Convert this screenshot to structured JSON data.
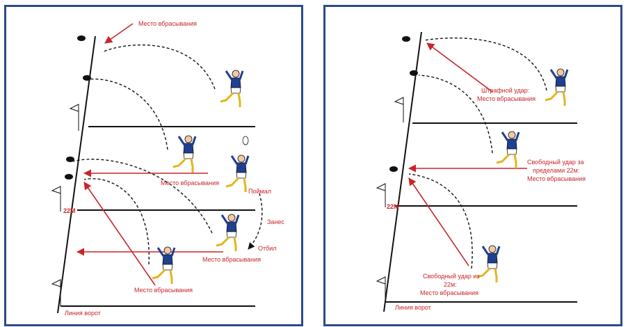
{
  "colors": {
    "border": "#2b4a8b",
    "accent": "#c9252b",
    "jersey": "#1f3f91",
    "socks": "#e3b61a"
  },
  "left_panel": {
    "label_throw_top": "Место вбрасывания",
    "label_throw_mid": "Место вбрасывания",
    "label_caught": "Поймал",
    "label_carried": "Занес",
    "label_kicked": "Отбил",
    "label_throw_kicked": "Место вбрасывания",
    "label_throw_bottom": "Место вбрасывания",
    "label_22m": "22М",
    "label_goal_line": "Линия ворот"
  },
  "right_panel": {
    "label_penalty_line1": "Штрафной удар:",
    "label_penalty_line2": "Место вбрасывания",
    "label_free_out_line1": "Свободный удар за",
    "label_free_out_line2": "пределами 22м:",
    "label_free_out_line3": "Место вбрасывания",
    "label_free_in_line1": "Свободный удар из",
    "label_free_in_line2": "22м:",
    "label_free_in_line3": "Место вбрасывания",
    "label_22m": "22М",
    "label_goal_line": "Линия ворот"
  }
}
